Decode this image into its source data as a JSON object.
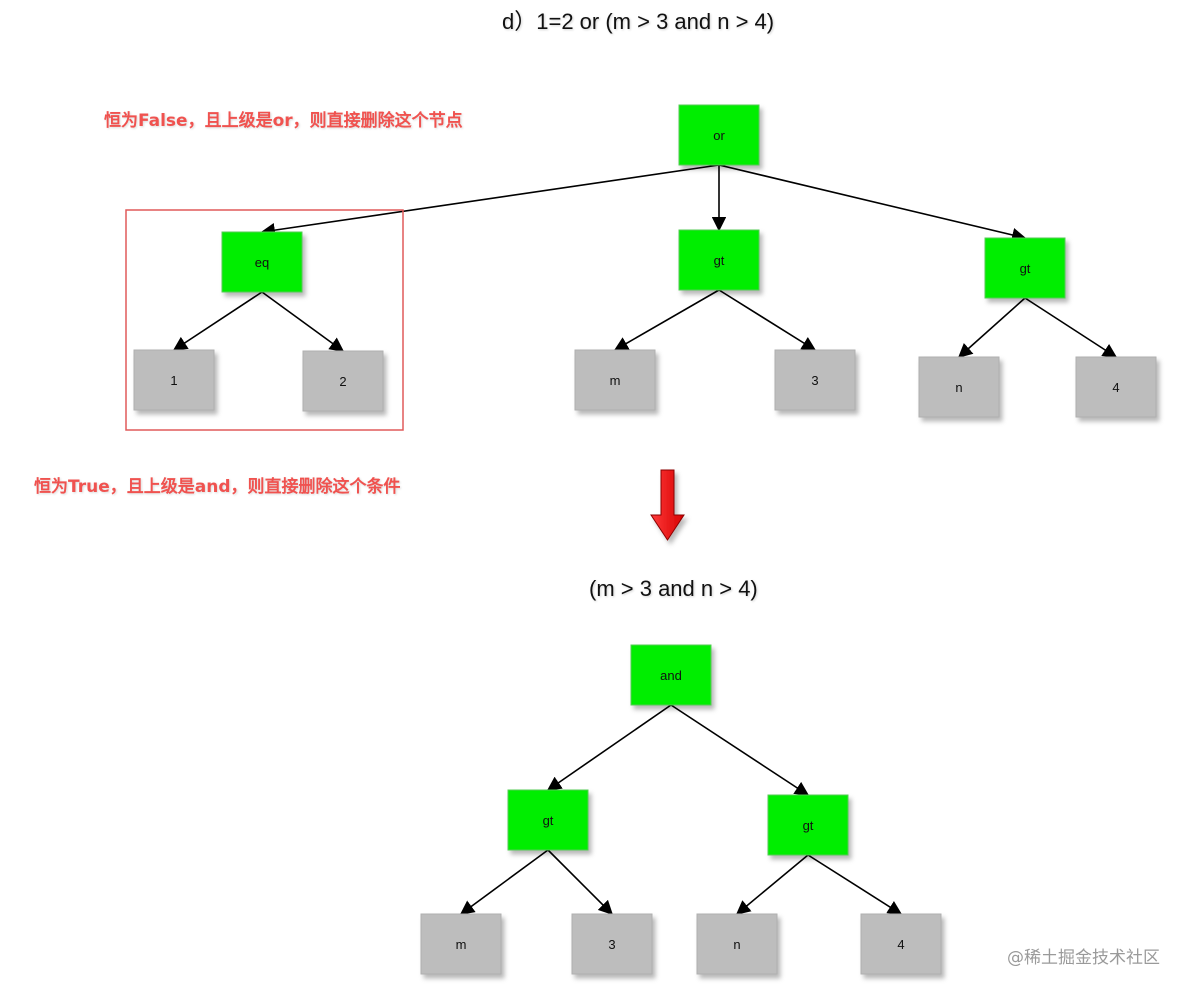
{
  "title_top": "d）1=2 or (m > 3 and n > 4)",
  "annotation_false": "恒为False，且上级是or，则直接删除这个节点",
  "annotation_true": "恒为True，且上级是and，则直接删除这个条件",
  "title_bottom": "(m > 3 and n > 4)",
  "watermark": "@稀土掘金技术社区",
  "colors": {
    "operator_fill": "#00ee00",
    "leaf_fill": "#bdbdbd",
    "highlight_box": "#e05a5a",
    "transform_arrow": "#ee1111",
    "annotation_text": "#f0524f"
  },
  "tree_before": {
    "nodes": [
      {
        "id": "or",
        "label": "or",
        "kind": "operator"
      },
      {
        "id": "eq",
        "label": "eq",
        "kind": "operator"
      },
      {
        "id": "gt1",
        "label": "gt",
        "kind": "operator"
      },
      {
        "id": "gt2",
        "label": "gt",
        "kind": "operator"
      },
      {
        "id": "one",
        "label": "1",
        "kind": "leaf"
      },
      {
        "id": "two",
        "label": "2",
        "kind": "leaf"
      },
      {
        "id": "m",
        "label": "m",
        "kind": "leaf"
      },
      {
        "id": "three",
        "label": "3",
        "kind": "leaf"
      },
      {
        "id": "n",
        "label": "n",
        "kind": "leaf"
      },
      {
        "id": "four",
        "label": "4",
        "kind": "leaf"
      }
    ],
    "edges": [
      [
        "or",
        "eq"
      ],
      [
        "or",
        "gt1"
      ],
      [
        "or",
        "gt2"
      ],
      [
        "eq",
        "one"
      ],
      [
        "eq",
        "two"
      ],
      [
        "gt1",
        "m"
      ],
      [
        "gt1",
        "three"
      ],
      [
        "gt2",
        "n"
      ],
      [
        "gt2",
        "four"
      ]
    ]
  },
  "tree_after": {
    "nodes": [
      {
        "id": "and",
        "label": "and",
        "kind": "operator"
      },
      {
        "id": "gt1",
        "label": "gt",
        "kind": "operator"
      },
      {
        "id": "gt2",
        "label": "gt",
        "kind": "operator"
      },
      {
        "id": "m",
        "label": "m",
        "kind": "leaf"
      },
      {
        "id": "three",
        "label": "3",
        "kind": "leaf"
      },
      {
        "id": "n",
        "label": "n",
        "kind": "leaf"
      },
      {
        "id": "four",
        "label": "4",
        "kind": "leaf"
      }
    ],
    "edges": [
      [
        "and",
        "gt1"
      ],
      [
        "and",
        "gt2"
      ],
      [
        "gt1",
        "m"
      ],
      [
        "gt1",
        "three"
      ],
      [
        "gt2",
        "n"
      ],
      [
        "gt2",
        "four"
      ]
    ]
  }
}
